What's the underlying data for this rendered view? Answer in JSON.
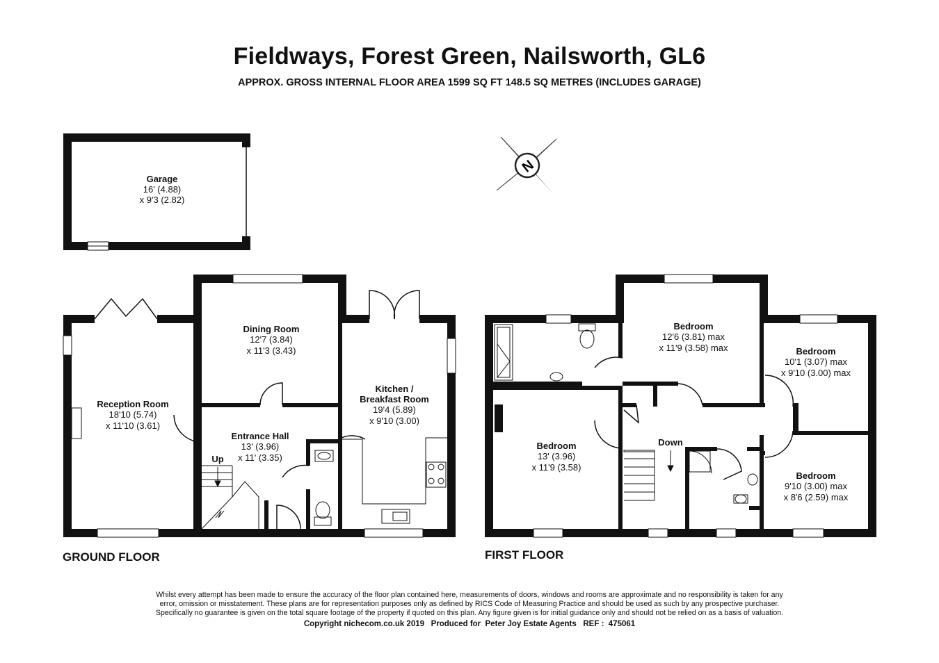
{
  "header": {
    "title": "Fieldways, Forest Green, Nailsworth, GL6",
    "subtitle": "APPROX. GROSS INTERNAL FLOOR AREA 1599 SQ FT 148.5 SQ METRES (INCLUDES GARAGE)"
  },
  "compass": {
    "label": "N"
  },
  "garage": {
    "name": "Garage",
    "dim1": "16' (4.88)",
    "dim2": "x 9'3 (2.82)"
  },
  "ground_floor": {
    "label": "GROUND FLOOR",
    "reception": {
      "name": "Reception Room",
      "dim1": "18'10 (5.74)",
      "dim2": "x 11'10 (3.61)"
    },
    "dining": {
      "name": "Dining Room",
      "dim1": "12'7 (3.84)",
      "dim2": "x 11'3 (3.43)"
    },
    "hall": {
      "name": "Entrance Hall",
      "dim1": "13' (3.96)",
      "dim2": "x 11' (3.35)"
    },
    "kitchen": {
      "name1": "Kitchen /",
      "name2": "Breakfast Room",
      "dim1": "19'4 (5.89)",
      "dim2": "x 9'10 (3.00)"
    },
    "stairs_label": "Up"
  },
  "first_floor": {
    "label": "FIRST FLOOR",
    "bedroom_top": {
      "name": "Bedroom",
      "dim1": "12'6 (3.81) max",
      "dim2": "x 11'9 (3.58) max"
    },
    "bedroom_right_top": {
      "name": "Bedroom",
      "dim1": "10'1 (3.07) max",
      "dim2": "x 9'10 (3.00) max"
    },
    "bedroom_left": {
      "name": "Bedroom",
      "dim1": "13' (3.96)",
      "dim2": "x 11'9 (3.58)"
    },
    "bedroom_right_bottom": {
      "name": "Bedroom",
      "dim1": "9'10 (3.00) max",
      "dim2": "x 8'6 (2.59) max"
    },
    "stairs_label": "Down"
  },
  "footer": {
    "disclaimer_line1": "Whilst every attempt has been made to ensure the accuracy of the floor plan contained here, measurements of doors, windows and rooms are approximate and no responsibility is taken for any",
    "disclaimer_line2": "error, omission or misstatement. These plans are for representation purposes only as defined by RICS Code of Measuring Practice and should be used as such by any prospective purchaser.",
    "disclaimer_line3": "Specifically no guarantee is given on the total square footage of the property if quoted on this plan. Any figure given is for initial guidance only and should not be relied on as a basis of valuation.",
    "copyright": "Copyright nichecom.co.uk 2019   Produced for  Peter Joy Estate Agents   REF :  475061"
  }
}
